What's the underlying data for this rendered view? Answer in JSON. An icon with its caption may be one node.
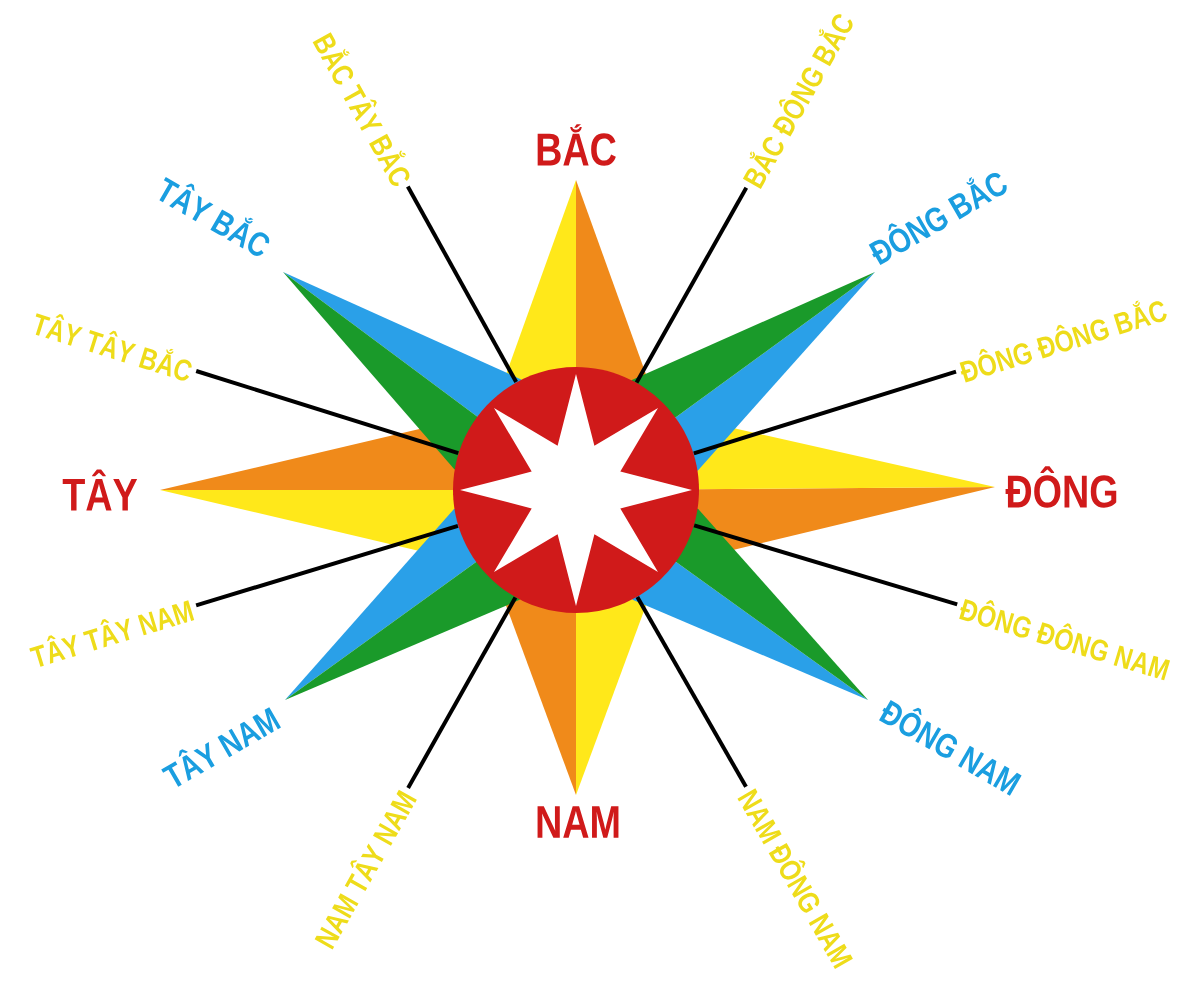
{
  "diagram": {
    "nodes": [
      {
        "text": [],
        "shape": "circle"
      },
      {
        "text": [
          "BẮC TÂY BẮC"
        ]
      },
      {
        "text": [
          "BẮC ĐÔNG BẮC"
        ]
      },
      {
        "text": [
          "TÂY TÂY BẮC"
        ]
      },
      {
        "text": [
          "ĐÔNG ĐÔNG BẮC"
        ]
      },
      {
        "text": [
          "TÂY TÂY NAM"
        ]
      },
      {
        "text": [
          "ĐÔNG ĐÔNG NAM"
        ]
      },
      {
        "text": [
          "NAM TÂY NAM"
        ]
      },
      {
        "text": [
          "NAM ĐÔNG NAM"
        ]
      }
    ],
    "edges": [
      {
        "from": 0,
        "to": 1,
        "arrow": "none"
      },
      {
        "from": 0,
        "to": 2,
        "arrow": "none"
      },
      {
        "from": 0,
        "to": 3,
        "arrow": "none"
      },
      {
        "from": 0,
        "to": 4,
        "arrow": "none"
      },
      {
        "from": 0,
        "to": 5,
        "arrow": "none"
      },
      {
        "from": 0,
        "to": 6,
        "arrow": "none"
      },
      {
        "from": 0,
        "to": 7,
        "arrow": "none"
      },
      {
        "from": 0,
        "to": 8,
        "arrow": "none"
      }
    ],
    "labels": [
      "BẮC",
      "TÂY BẮC",
      "ĐÔNG BẮC",
      "TÂY",
      "ĐÔNG",
      "TÂY NAM",
      "ĐÔNG NAM",
      "NAM"
    ]
  }
}
